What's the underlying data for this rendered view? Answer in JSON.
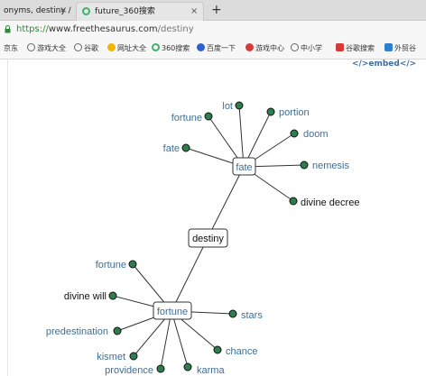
{
  "browser": {
    "tabs": [
      {
        "label": "onyms, destiny /",
        "close": "×"
      },
      {
        "label": "future_360搜索",
        "close": "×"
      }
    ],
    "new_tab": "+",
    "url": {
      "scheme": "https://",
      "host": "www.freethesaurus.com",
      "path": "/destiny"
    },
    "bookmarks": [
      {
        "label": "京东"
      },
      {
        "label": "游戏大全"
      },
      {
        "label": "谷歌"
      },
      {
        "label": "网址大全"
      },
      {
        "label": "360搜索"
      },
      {
        "label": "百度一下"
      },
      {
        "label": "游戏中心"
      },
      {
        "label": "中小学"
      },
      {
        "label": "谷歌搜索"
      },
      {
        "label": "外贸谷"
      }
    ]
  },
  "page": {
    "embed_link": "</>embed</>",
    "graph": {
      "center": "destiny",
      "hubs": [
        {
          "id": "fate",
          "label": "fate",
          "leaves": [
            "lot",
            "portion",
            "doom",
            "nemesis",
            "divine decree",
            "fortune",
            "fate"
          ]
        },
        {
          "id": "fortune",
          "label": "fortune",
          "leaves": [
            "fortune",
            "divine will",
            "predestination",
            "kismet",
            "providence",
            "karma",
            "chance",
            "stars"
          ]
        }
      ]
    }
  }
}
